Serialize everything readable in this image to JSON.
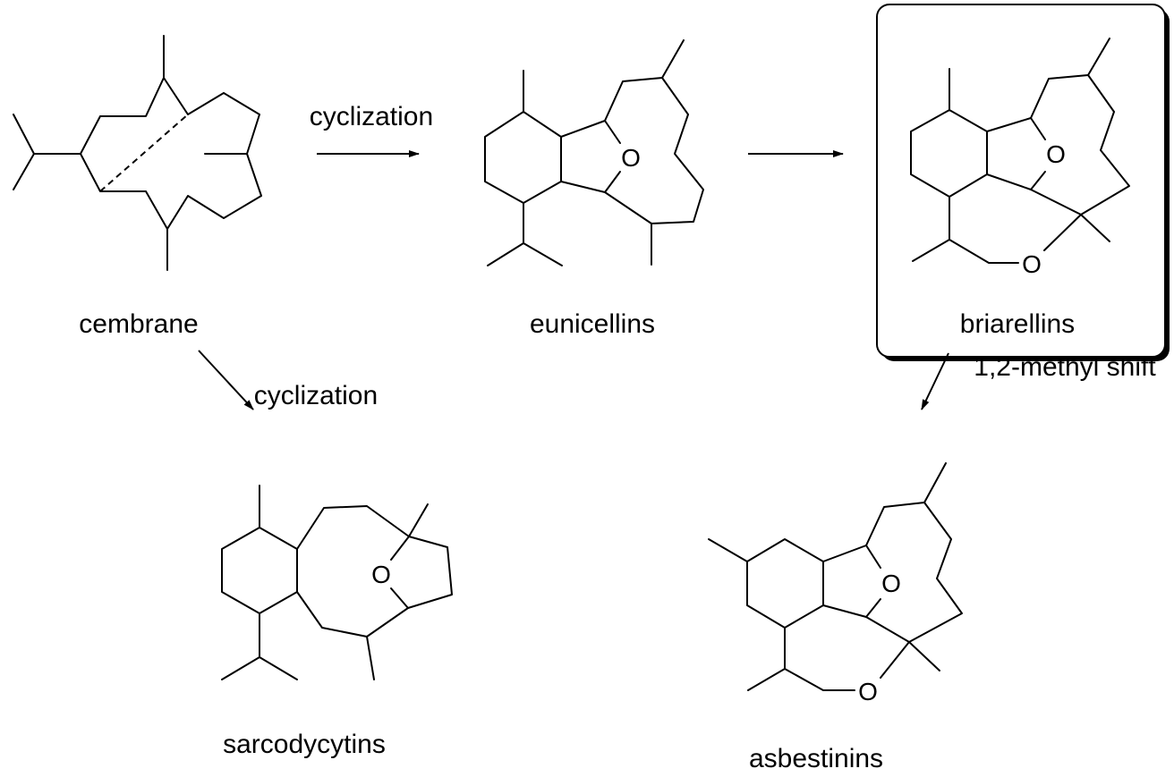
{
  "compounds": {
    "cembrane": "cembrane",
    "eunicellins": "eunicellins",
    "briarellins": "briarellins",
    "sarcodycytins": "sarcodycytins",
    "asbestinins": "asbestinins"
  },
  "reactions": {
    "cembrane_to_eunicellins": "cyclization",
    "cembrane_to_sarcodycytins": "cyclization",
    "briarellins_to_asbestinins": "1,2-methyl shift"
  },
  "atoms": {
    "oxygen": "O"
  },
  "highlight": {
    "boxed_compound": "briarellins"
  }
}
